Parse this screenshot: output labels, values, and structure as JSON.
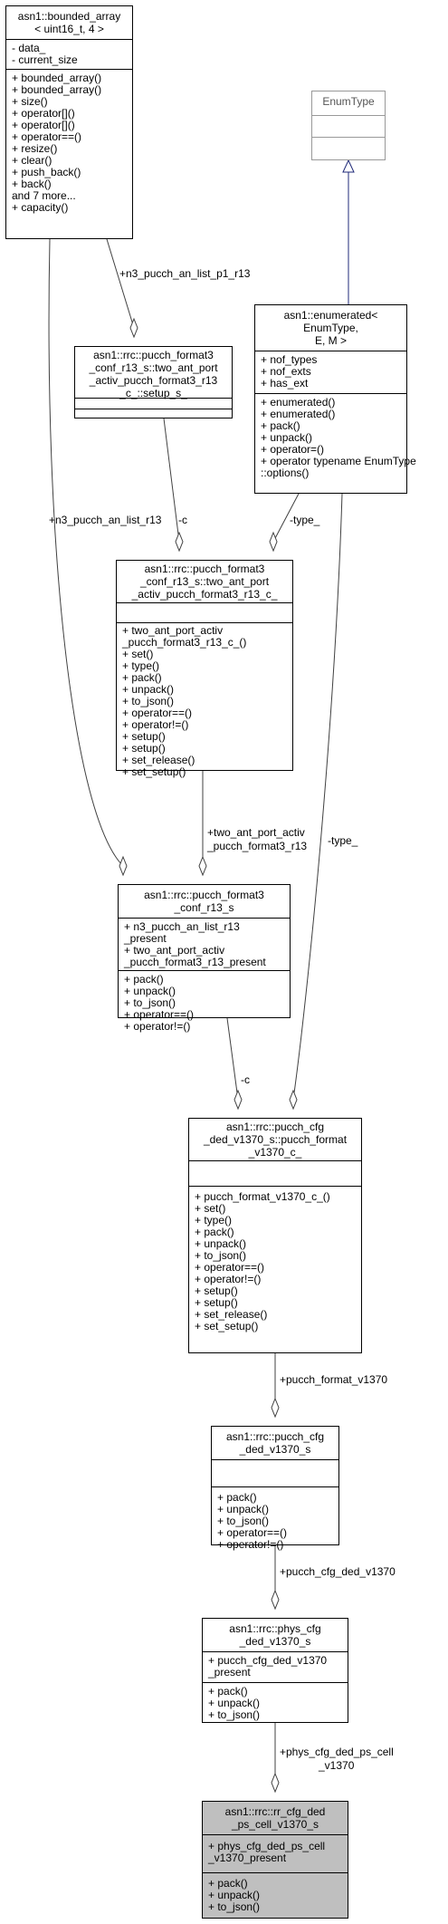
{
  "diagram": {
    "classes": {
      "bounded_array": {
        "title": [
          "asn1::bounded_array",
          "< uint16_t, 4 >"
        ],
        "attributes": [
          "- data_",
          "- current_size"
        ],
        "methods": [
          "+ bounded_array()",
          "+ bounded_array()",
          "+ size()",
          "+ operator[]()",
          "+ operator[]()",
          "+ operator==()",
          "+ resize()",
          "+ clear()",
          "+ push_back()",
          "+ back()",
          "and 7 more...",
          "+ capacity()"
        ]
      },
      "enum_type": {
        "title": [
          "EnumType"
        ],
        "attributes": [],
        "methods": []
      },
      "enumerated": {
        "title": [
          "asn1::enumerated< EnumType,",
          "E, M >"
        ],
        "attributes": [
          "+ nof_types",
          "+ nof_exts",
          "+ has_ext"
        ],
        "methods": [
          "+ enumerated()",
          "+ enumerated()",
          "+ pack()",
          "+ unpack()",
          "+ operator=()",
          "+ operator typename EnumType",
          "::options()"
        ]
      },
      "setup_s": {
        "title": [
          "asn1::rrc::pucch_format3",
          "_conf_r13_s::two_ant_port",
          "_activ_pucch_format3_r13",
          "_c_::setup_s_"
        ],
        "attributes": [],
        "methods": []
      },
      "two_ant_c": {
        "title": [
          "asn1::rrc::pucch_format3",
          "_conf_r13_s::two_ant_port",
          "_activ_pucch_format3_r13_c_"
        ],
        "attributes": [],
        "methods": [
          "+ two_ant_port_activ",
          "_pucch_format3_r13_c_()",
          "+ set()",
          "+ type()",
          "+ pack()",
          "+ unpack()",
          "+ to_json()",
          "+ operator==()",
          "+ operator!=()",
          "+ setup()",
          "+ setup()",
          "+ set_release()",
          "+ set_setup()"
        ]
      },
      "format3_conf": {
        "title": [
          "asn1::rrc::pucch_format3",
          "_conf_r13_s"
        ],
        "attributes": [
          "+ n3_pucch_an_list_r13",
          "_present",
          "+ two_ant_port_activ",
          "_pucch_format3_r13_present"
        ],
        "methods": [
          "+ pack()",
          "+ unpack()",
          "+ to_json()",
          "+ operator==()",
          "+ operator!=()"
        ]
      },
      "pucch_format_c": {
        "title": [
          "asn1::rrc::pucch_cfg",
          "_ded_v1370_s::pucch_format",
          "_v1370_c_"
        ],
        "attributes": [],
        "methods": [
          "+ pucch_format_v1370_c_()",
          "+ set()",
          "+ type()",
          "+ pack()",
          "+ unpack()",
          "+ to_json()",
          "+ operator==()",
          "+ operator!=()",
          "+ setup()",
          "+ setup()",
          "+ set_release()",
          "+ set_setup()"
        ]
      },
      "pucch_cfg_ded": {
        "title": [
          "asn1::rrc::pucch_cfg",
          "_ded_v1370_s"
        ],
        "attributes": [],
        "methods": [
          "+ pack()",
          "+ unpack()",
          "+ to_json()",
          "+ operator==()",
          "+ operator!=()"
        ]
      },
      "phys_cfg_ded": {
        "title": [
          "asn1::rrc::phys_cfg",
          "_ded_v1370_s"
        ],
        "attributes": [
          "+ pucch_cfg_ded_v1370",
          "_present"
        ],
        "methods": [
          "+ pack()",
          "+ unpack()",
          "+ to_json()"
        ]
      },
      "rr_cfg_ded": {
        "title": [
          "asn1::rrc::rr_cfg_ded",
          "_ps_cell_v1370_s"
        ],
        "attributes": [
          "+ phys_cfg_ded_ps_cell",
          "_v1370_present"
        ],
        "methods": [
          "+ pack()",
          "+ unpack()",
          "+ to_json()"
        ]
      }
    },
    "edge_labels": {
      "n3_p1": "+n3_pucch_an_list_p1_r13",
      "n3_list": "+n3_pucch_an_list_r13",
      "setup_c": "-c",
      "type_a": "-type_",
      "two_ant": [
        "+two_ant_port_activ",
        "_pucch_format3_r13"
      ],
      "type_b": "-type_",
      "format3_c": "-c",
      "pucch_format": "+pucch_format_v1370",
      "pucch_cfg": "+pucch_cfg_ded_v1370",
      "phys_cfg": [
        "+phys_cfg_ded_ps_cell",
        "_v1370"
      ]
    }
  }
}
